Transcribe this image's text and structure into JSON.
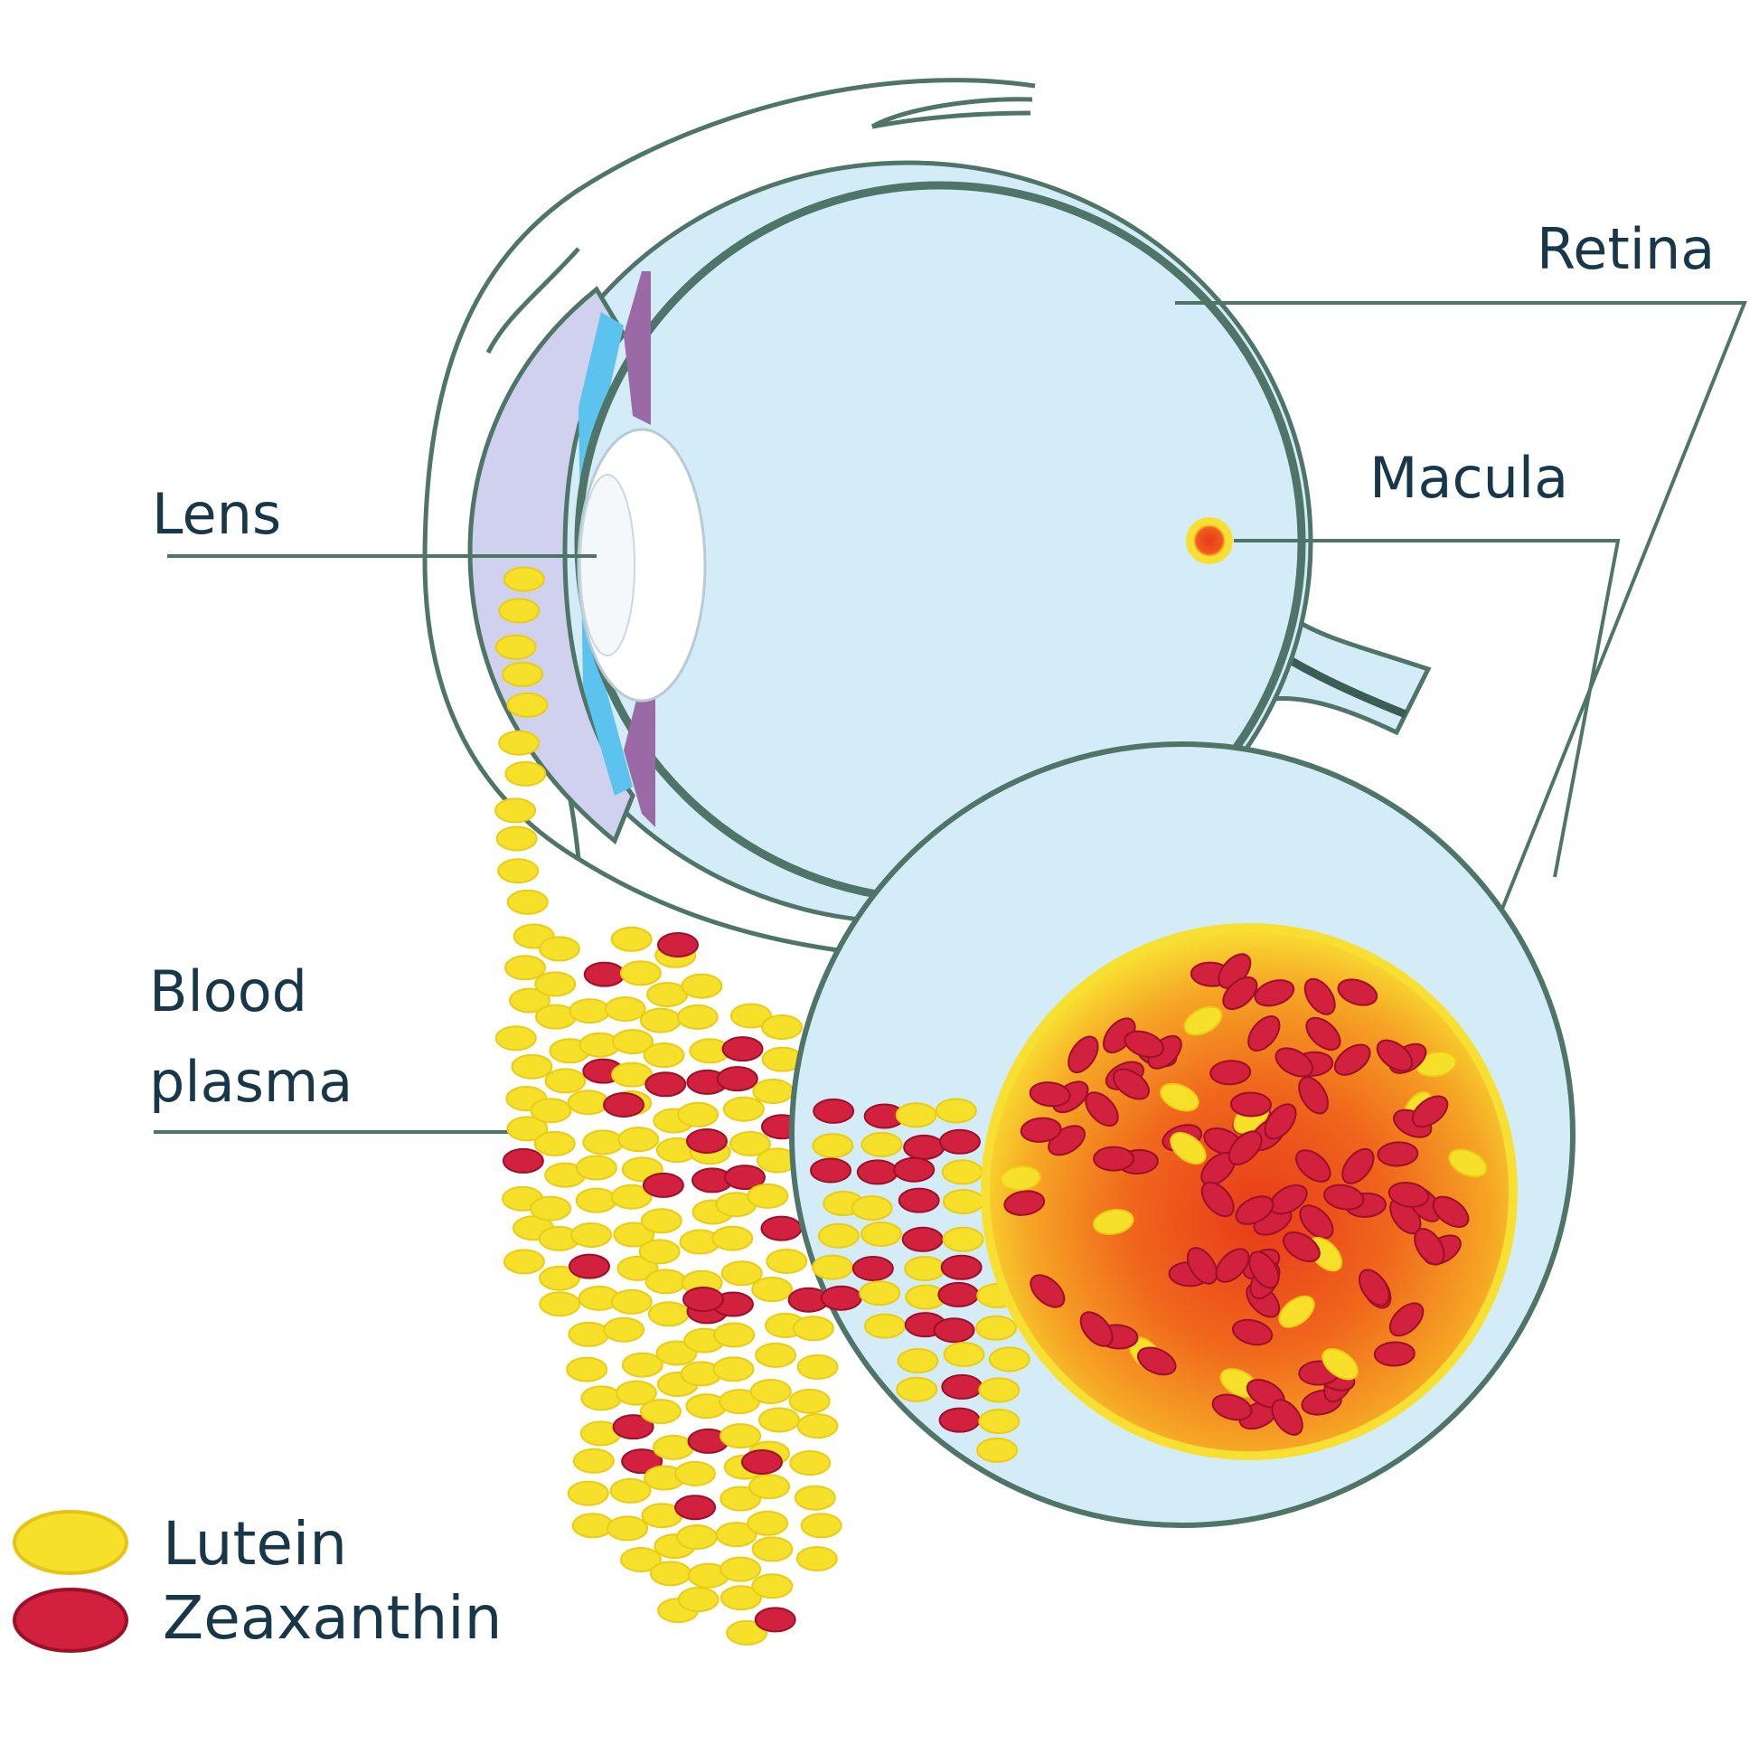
{
  "labels": {
    "retina": "Retina",
    "macula": "Macula",
    "lens": "Lens",
    "blood_plasma_line1": "Blood",
    "blood_plasma_line2": "plasma"
  },
  "legend": [
    {
      "name": "Lutein",
      "color": "#f7e02a",
      "marker": "yellow-ellipse-icon"
    },
    {
      "name": "Zeaxanthin",
      "color": "#d2203f",
      "marker": "red-ellipse-icon"
    }
  ],
  "colors": {
    "eye_fill": "#d4ecf7",
    "outline": "#4f7468",
    "macula_center": "#e8421c",
    "macula_edge": "#f8e033",
    "iris": "#9b6aa6",
    "cornea_inner": "#5cc2ee",
    "lutein": "#f7e02a",
    "zeaxanthin": "#d2203f"
  }
}
